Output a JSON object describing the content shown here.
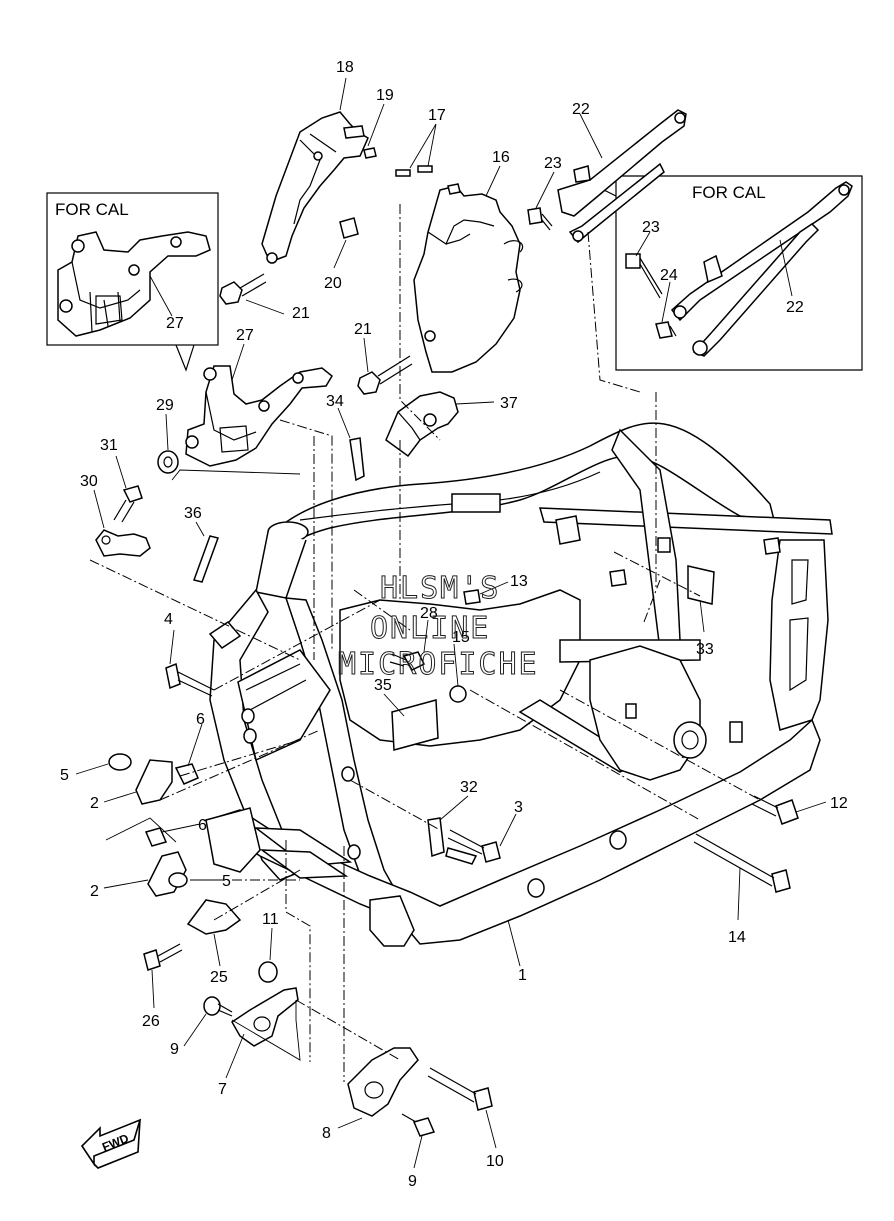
{
  "callouts": [
    "18",
    "19",
    "17",
    "16",
    "23",
    "22",
    "20",
    "21",
    "21",
    "27",
    "27",
    "29",
    "31",
    "30",
    "36",
    "34",
    "37",
    "4",
    "6",
    "5",
    "2",
    "6",
    "2",
    "5",
    "28",
    "13",
    "15",
    "35",
    "33",
    "32",
    "3",
    "12",
    "14",
    "11",
    "25",
    "26",
    "9",
    "7",
    "1",
    "8",
    "9",
    "10",
    "23",
    "24",
    "22"
  ],
  "inset_boxes": [
    {
      "label": "FOR CAL"
    },
    {
      "label": "FOR CAL"
    }
  ],
  "watermark": [
    "HLSM'S",
    "ONLINE",
    "MICROFICHE"
  ],
  "fwd_label": "FWD"
}
